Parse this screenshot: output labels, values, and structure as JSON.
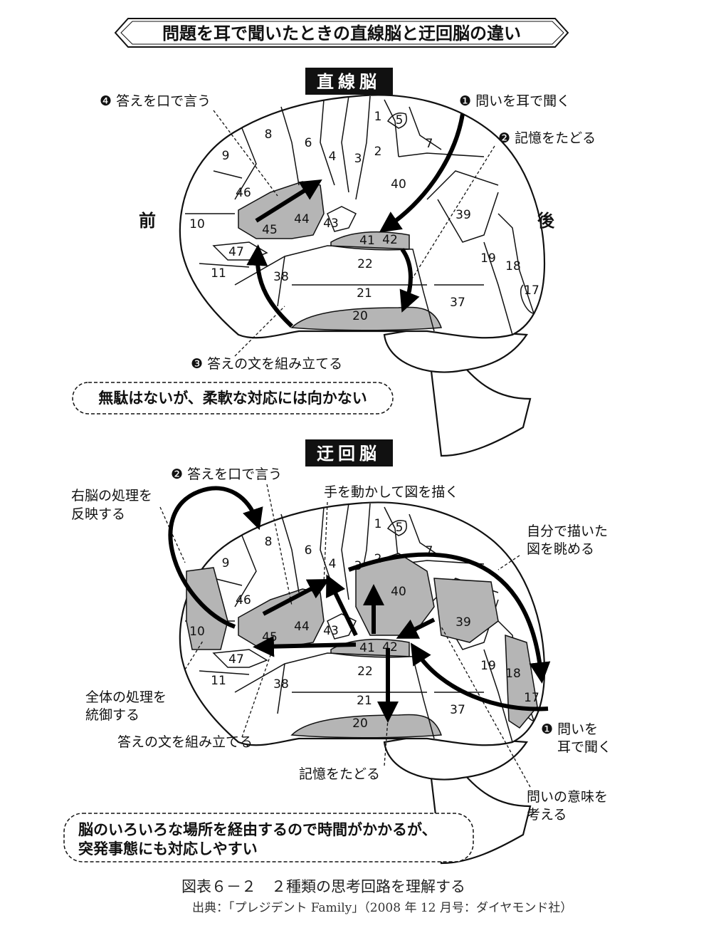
{
  "title": "問題を耳で聞いたときの直線脳と迂回脳の違い",
  "areas": [
    "1",
    "5",
    "8",
    "6",
    "4",
    "3",
    "2",
    "7",
    "9",
    "40",
    "46",
    "45",
    "44",
    "43",
    "41",
    "42",
    "39",
    "10",
    "47",
    "11",
    "38",
    "22",
    "21",
    "20",
    "37",
    "19",
    "18",
    "17"
  ],
  "top": {
    "label": "直線脳",
    "front": "前",
    "back": "後",
    "step1": "❶ 問いを耳で聞く",
    "step2": "❷ 記憶をたどる",
    "step3": "❸ 答えの文を組み立てる",
    "step4": "❹ 答えを口で言う",
    "summary": "無駄はないが、柔軟な対応には向かない"
  },
  "bottom": {
    "label": "迂回脳",
    "step1_a": "❶ 問いを",
    "step1_b": "耳で聞く",
    "step2": "❷ 答えを口で言う",
    "right_a": "右脳の処理を",
    "right_b": "反映する",
    "hand": "手を動かして図を描く",
    "look_a": "自分で描いた",
    "look_b": "図を眺める",
    "whole_a": "全体の処理を",
    "whole_b": "統御する",
    "compose": "答えの文を組み立てる",
    "memory": "記憶をたどる",
    "meaning_a": "問いの意味を",
    "meaning_b": "考える",
    "summary_a": "脳のいろいろな場所を経由するので時間がかかるが、",
    "summary_b": "突発事態にも対応しやすい"
  },
  "caption": "図表６－２　２種類の思考回路を理解する",
  "source": "出典：「プレジデント Family」（2008 年 12 月号：ダイヤモンド社）"
}
